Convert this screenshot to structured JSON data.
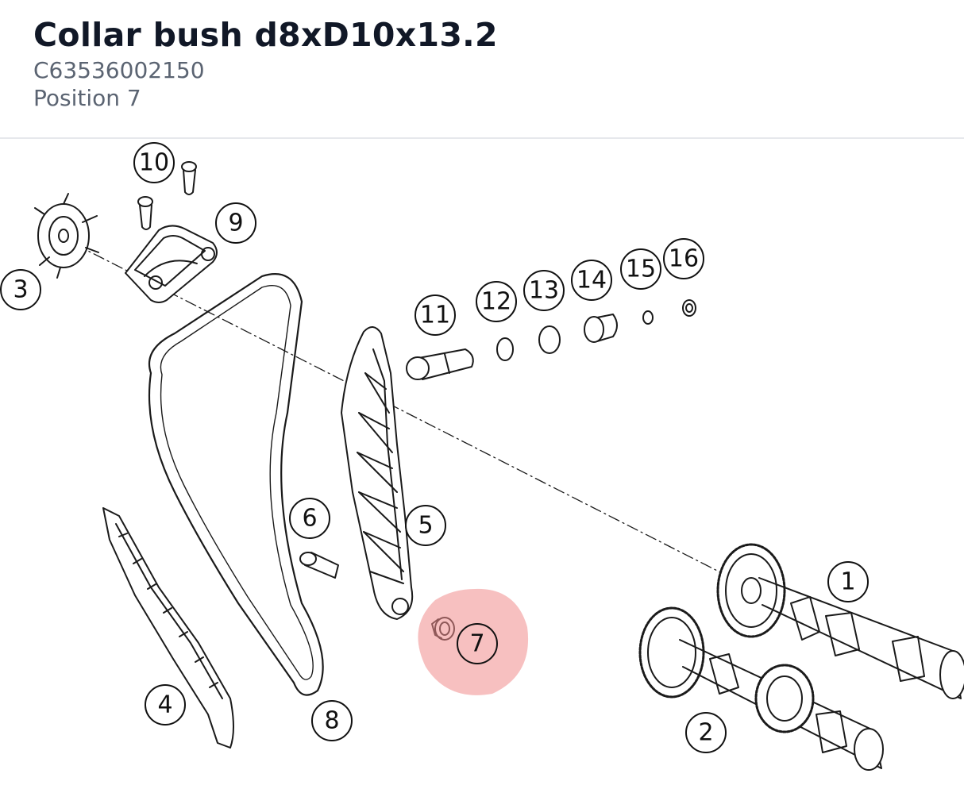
{
  "part": {
    "name": "Collar bush d8xD10x13.2",
    "number": "C63536002150",
    "position": "Position 7"
  },
  "diagram": {
    "highlight_color": "#f08d8d",
    "callouts": [
      {
        "label": "1"
      },
      {
        "label": "2"
      },
      {
        "label": "3"
      },
      {
        "label": "4"
      },
      {
        "label": "5"
      },
      {
        "label": "6"
      },
      {
        "label": "7"
      },
      {
        "label": "8"
      },
      {
        "label": "9"
      },
      {
        "label": "10"
      },
      {
        "label": "11"
      },
      {
        "label": "12"
      },
      {
        "label": "13"
      },
      {
        "label": "14"
      },
      {
        "label": "15"
      },
      {
        "label": "16"
      }
    ],
    "highlighted_label": "7"
  }
}
